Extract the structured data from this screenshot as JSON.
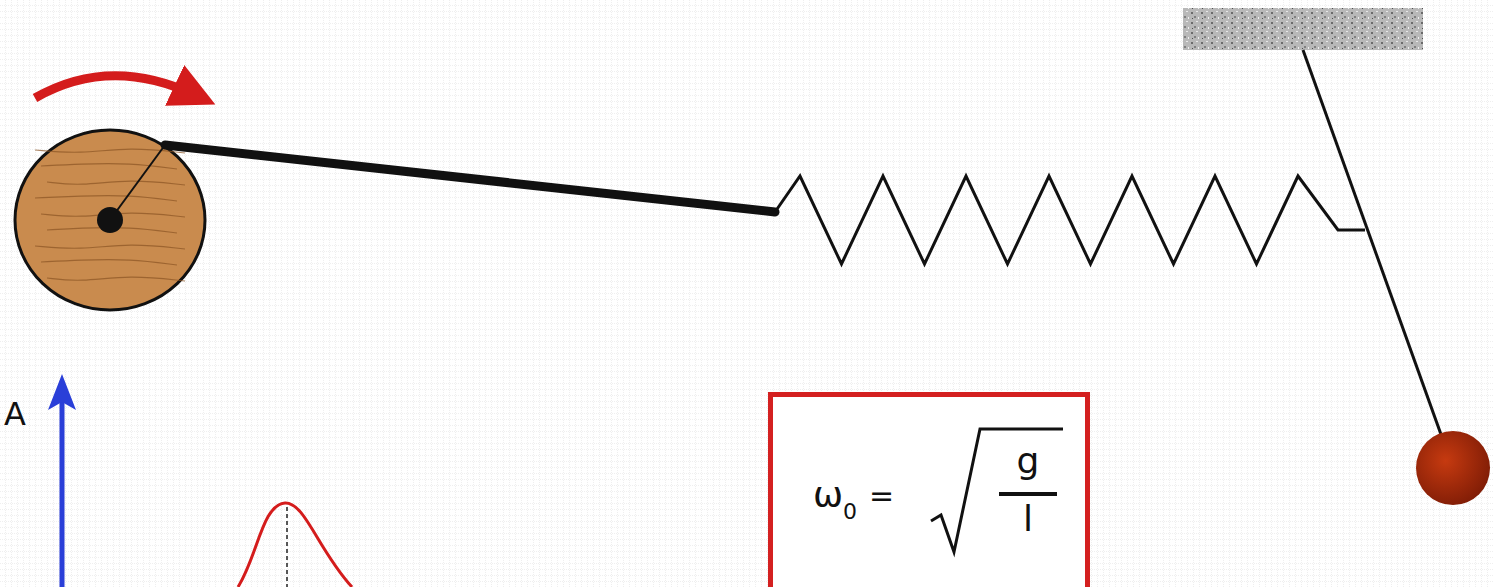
{
  "diagram": {
    "nodes": [
      {
        "text": [
          "ω",
          "0",
          "=",
          "g",
          "l"
        ]
      }
    ],
    "labels": [
      "A"
    ]
  }
}
